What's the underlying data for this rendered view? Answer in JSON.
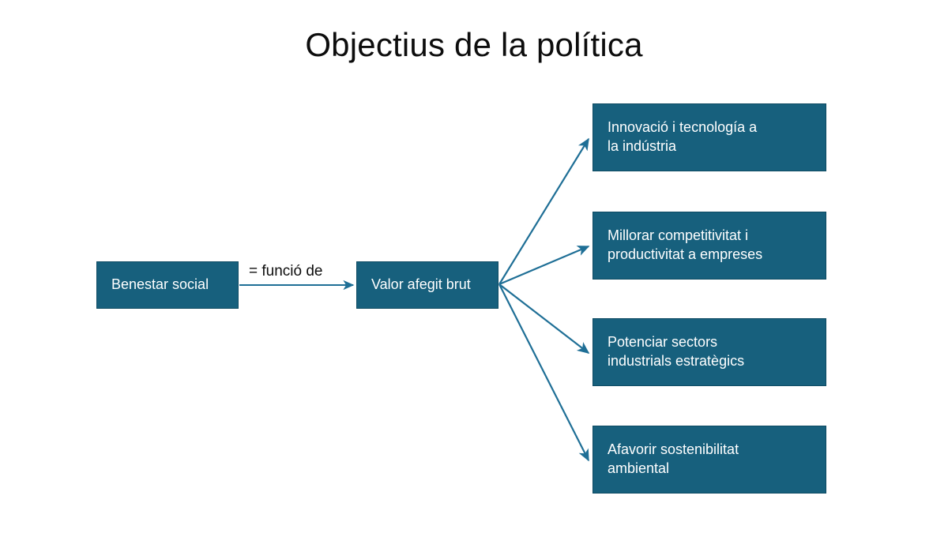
{
  "slide": {
    "title": "Objectius de la política",
    "background_color": "#ffffff"
  },
  "theme": {
    "node_fill": "#17607d",
    "node_border": "#0e4b63",
    "node_text_color": "#ffffff",
    "connector_color": "#1f6f96",
    "title_color": "#0d0d0d",
    "label_text_color": "#0d0d0d"
  },
  "diagram": {
    "type": "flow",
    "source_node": {
      "id": "benestar-social",
      "label": "Benestar social"
    },
    "relation_label": "= funció de",
    "hub_node": {
      "id": "valor-afegit-brut",
      "label": "Valor afegit brut"
    },
    "objective_nodes": [
      {
        "id": "innovacio-tecnologia",
        "label": "Innovació i tecnología a\nla indústria"
      },
      {
        "id": "competitivitat-productivitat",
        "label": "Millorar competitivitat i\nproductivitat a empreses"
      },
      {
        "id": "sectors-estrategics",
        "label": "Potenciar sectors\nindustrials estratègics"
      },
      {
        "id": "sostenibilitat-ambiental",
        "label": "Afavorir sostenibilitat\nambiental"
      }
    ],
    "connectors": [
      {
        "from": "benestar-social",
        "to": "valor-afegit-brut",
        "style": "arrow",
        "label": "= funció de"
      },
      {
        "from": "valor-afegit-brut",
        "to": "innovacio-tecnologia",
        "style": "arrow"
      },
      {
        "from": "valor-afegit-brut",
        "to": "competitivitat-productivitat",
        "style": "arrow"
      },
      {
        "from": "valor-afegit-brut",
        "to": "sectors-estrategics",
        "style": "arrow"
      },
      {
        "from": "valor-afegit-brut",
        "to": "sostenibilitat-ambiental",
        "style": "arrow"
      }
    ]
  }
}
